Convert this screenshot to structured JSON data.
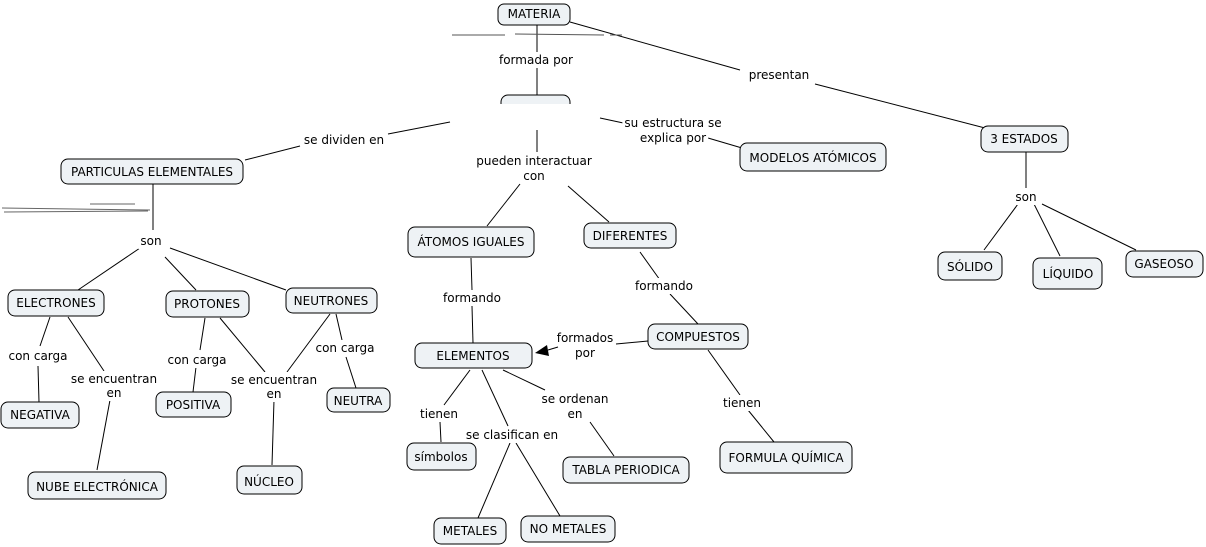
{
  "concepts": {
    "materia": "MATERIA",
    "atomos": "",
    "particulas": "PARTICULAS ELEMENTALES",
    "modelos": "MODELOS ATÓMICOS",
    "estados": "3 ESTADOS",
    "solido": "SÓLIDO",
    "liquido": "LÍQUIDO",
    "gaseoso": "GASEOSO",
    "electrones": "ELECTRONES",
    "protones": "PROTONES",
    "neutrones": "NEUTRONES",
    "negativa": "NEGATIVA",
    "nube": "NUBE ELECTRÓNICA",
    "positiva": "POSITIVA",
    "nucleo": "NÚCLEO",
    "neutra": "NEUTRA",
    "iguales": "ÁTOMOS IGUALES",
    "diferentes": "DIFERENTES",
    "elementos": "ELEMENTOS",
    "compuestos": "COMPUESTOS",
    "simbolos": "símbolos",
    "tabla": "TABLA PERIODICA",
    "metales": "METALES",
    "nometales": "NO METALES",
    "formula": "FORMULA QUÍMICA"
  },
  "links": {
    "formada_por": "formada por",
    "presentan": "presentan",
    "se_dividen_en": "se dividen en",
    "su_estructura_1": "su estructura se",
    "su_estructura_2": "explica por",
    "pueden_1": "pueden interactuar",
    "pueden_2": "con",
    "son_estados": "son",
    "son_particulas": "son",
    "con_carga_e": "con carga",
    "se_encuentran_e_1": "se encuentran",
    "se_encuentran_e_2": "en",
    "con_carga_p": "con carga",
    "se_encuentran_pn_1": "se encuentran",
    "se_encuentran_pn_2": "en",
    "con_carga_n": "con carga",
    "formando_1": "formando",
    "formando_2": "formando",
    "formados_por_1": "formados",
    "formados_por_2": "por",
    "tienen_el": "tienen",
    "se_clasifican_en": "se clasifican en",
    "se_ordenan_1": "se ordenan",
    "se_ordenan_2": "en",
    "tienen_comp": "tienen"
  }
}
